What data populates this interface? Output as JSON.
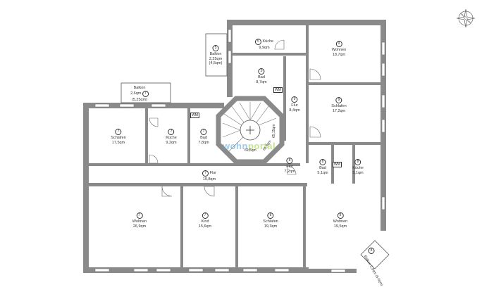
{
  "floorplan": {
    "colors": {
      "wall": "#8a8a8a",
      "line": "#555555",
      "background": "#ffffff",
      "brand_blue": "#4fa3d8",
      "brand_green": "#9ccc3c"
    },
    "compass": {
      "icon": "compass-rose-icon",
      "labels": [
        "N",
        "O",
        "S",
        "W"
      ]
    },
    "watermark": {
      "part1": "wohn",
      "part2": "portal"
    },
    "rooms": [
      {
        "id": "balkon-5",
        "unit": "5",
        "name": "Balkon",
        "area": "2,25qm",
        "sub": "(4,5qm)"
      },
      {
        "id": "kueche-5",
        "unit": "5",
        "name": "Küche",
        "area": "9,9qm"
      },
      {
        "id": "bad-5",
        "unit": "5",
        "name": "Bad",
        "area": "8,7qm"
      },
      {
        "id": "wohnen-9",
        "unit": "9",
        "name": "Wohnen",
        "area": "18,7qm"
      },
      {
        "id": "schlafen-9",
        "unit": "9",
        "name": "Schlafen",
        "area": "17,2qm"
      },
      {
        "id": "flur-9",
        "unit": "9",
        "name": "Flur",
        "area": "8,4qm"
      },
      {
        "id": "balkon-7",
        "unit": "7",
        "name": "Balkon",
        "area": "2,6qm",
        "sub": "(5,25qm)"
      },
      {
        "id": "schlafen-7",
        "unit": "7",
        "name": "Schlafen",
        "area": "17,5qm"
      },
      {
        "id": "kueche-7",
        "unit": "7",
        "name": "Küche",
        "area": "9,2qm"
      },
      {
        "id": "bad-7",
        "unit": "7",
        "name": "Bad",
        "area": "7,8qm"
      },
      {
        "id": "flur-7",
        "unit": "7",
        "name": "Flur",
        "area": "10,8qm"
      },
      {
        "id": "flur-8",
        "unit": "8",
        "name": "Flur",
        "area": "7,2qm"
      },
      {
        "id": "bad-8",
        "unit": "8",
        "name": "Bad",
        "area": "5,1qm"
      },
      {
        "id": "kueche-8",
        "unit": "8",
        "name": "Küche",
        "area": "5,1qm"
      },
      {
        "id": "wohnen-7",
        "unit": "7",
        "name": "Wohnen",
        "area": "26,9qm"
      },
      {
        "id": "kind-7",
        "unit": "7",
        "name": "Kind",
        "area": "15,6qm"
      },
      {
        "id": "schlafen-8",
        "unit": "8",
        "name": "Schlafen",
        "area": "19,3qm"
      },
      {
        "id": "wohnen-8",
        "unit": "8",
        "name": "Wohnen",
        "area": "19,5qm"
      },
      {
        "id": "balkon-8",
        "unit": "8",
        "name": "Balkon",
        "area": "2,8qm",
        "sub": "(5,6qm)"
      }
    ],
    "appliances": {
      "wm": "WM"
    },
    "stair": {
      "landing_1": "65,15qm",
      "landing_2": "61,6qm",
      "landing_3": "69,5qm",
      "unit_a": "9",
      "unit_b": "8",
      "unit_c": "7"
    }
  }
}
